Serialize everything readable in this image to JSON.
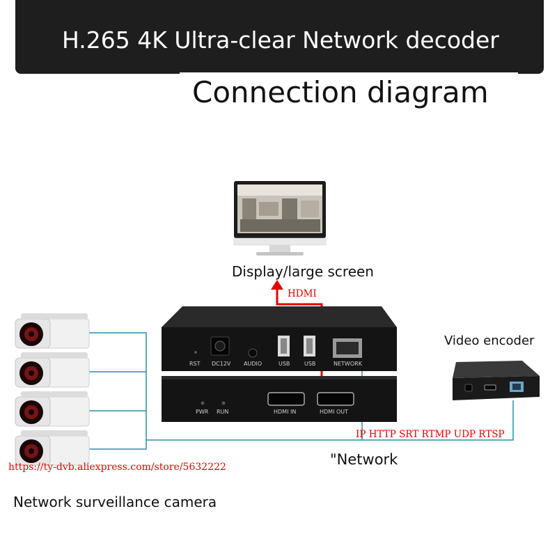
{
  "banner": {
    "title": "H.265 4K Ultra-clear Network decoder"
  },
  "heading": "Connection diagram",
  "display": {
    "label": "Display/large screen"
  },
  "hdmi_link": {
    "label": "HDMI"
  },
  "encoder": {
    "label": "Video encoder"
  },
  "network": {
    "label": "\"Network",
    "protocols": "IP HTTP SRT RTMP UDP RTSP"
  },
  "camera": {
    "label": "Network surveillance camera"
  },
  "watermark": "https://ty-dvb.aliexpress.com/store/5632222",
  "decoder": {
    "top_ports": [
      "RST",
      "DC12V",
      "AUDIO",
      "USB",
      "USB",
      "NETWORK"
    ],
    "bottom_ports": [
      "PWR",
      "RUN",
      "HDMI IN",
      "HDMI OUT"
    ]
  },
  "colors": {
    "hdmi_line": "#e60000",
    "network_line": "#2a8fa6",
    "banner": "#1e1e1e",
    "device": "#141414"
  }
}
